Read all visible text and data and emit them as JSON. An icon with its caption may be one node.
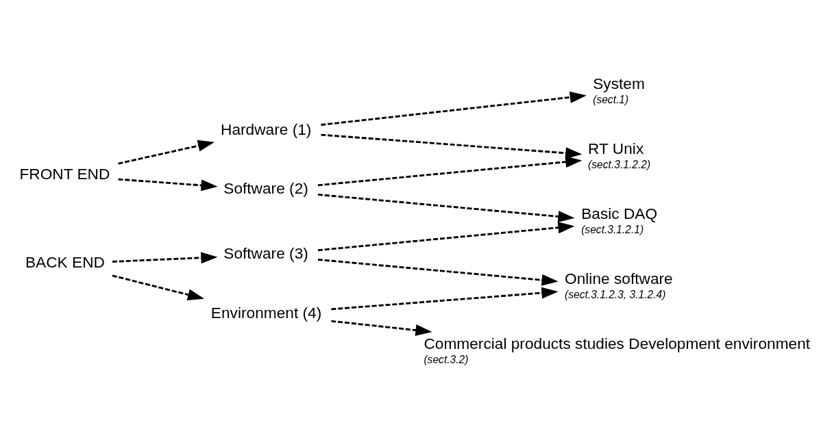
{
  "diagram": {
    "nodes": [
      {
        "text": [
          "FRONT END"
        ]
      },
      {
        "text": [
          "BACK END"
        ]
      },
      {
        "text": [
          "Hardware (1)"
        ]
      },
      {
        "text": [
          "Software (2)"
        ]
      },
      {
        "text": [
          "Software (3)"
        ]
      },
      {
        "text": [
          "Environment (4)"
        ]
      },
      {
        "text": [
          "System",
          "(sect.1)"
        ]
      },
      {
        "text": [
          "RT Unix",
          "(sect.3.1.2.2)"
        ]
      },
      {
        "text": [
          "Basic DAQ",
          "(sect.3.1.2.1)"
        ]
      },
      {
        "text": [
          "Online software",
          "(sect.3.1.2.3, 3.1.2.4)"
        ]
      },
      {
        "text": [
          "Commercial products studies Development environment",
          "(sect.3.2)"
        ]
      }
    ],
    "edges": [
      {
        "from": 0,
        "to": 2,
        "arrow": "to",
        "style": "dashed"
      },
      {
        "from": 0,
        "to": 3,
        "arrow": "to",
        "style": "dashed"
      },
      {
        "from": 1,
        "to": 4,
        "arrow": "to",
        "style": "dashed"
      },
      {
        "from": 1,
        "to": 5,
        "arrow": "to",
        "style": "dashed"
      },
      {
        "from": 2,
        "to": 6,
        "arrow": "to",
        "style": "dashed"
      },
      {
        "from": 2,
        "to": 7,
        "arrow": "to",
        "style": "dashed"
      },
      {
        "from": 3,
        "to": 7,
        "arrow": "to",
        "style": "dashed"
      },
      {
        "from": 3,
        "to": 8,
        "arrow": "to",
        "style": "dashed"
      },
      {
        "from": 4,
        "to": 8,
        "arrow": "to",
        "style": "dashed"
      },
      {
        "from": 4,
        "to": 9,
        "arrow": "to",
        "style": "dashed"
      },
      {
        "from": 5,
        "to": 9,
        "arrow": "to",
        "style": "dashed"
      },
      {
        "from": 5,
        "to": 10,
        "arrow": "to",
        "style": "dashed"
      }
    ]
  }
}
